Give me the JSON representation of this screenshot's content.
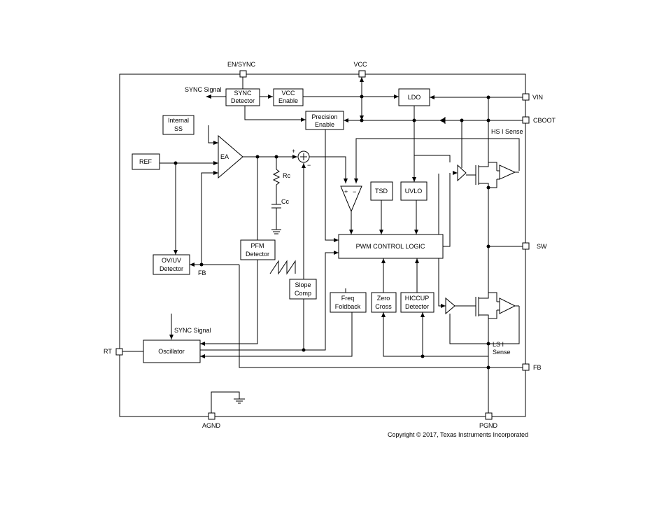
{
  "pins": {
    "en_sync": "EN/SYNC",
    "vcc": "VCC",
    "vin": "VIN",
    "cboot": "CBOOT",
    "sw": "SW",
    "fb_right": "FB",
    "rt": "RT",
    "agnd": "AGND",
    "pgnd": "PGND"
  },
  "blocks": {
    "sync_detector": [
      "SYNC",
      "Detector"
    ],
    "vcc_enable": [
      "VCC",
      "Enable"
    ],
    "ldo": "LDO",
    "internal_ss": [
      "Internal",
      "SS"
    ],
    "precision_enable": [
      "Precision",
      "Enable"
    ],
    "ref": "REF",
    "ea": "EA",
    "tsd": "TSD",
    "uvlo": "UVLO",
    "pwm_logic": "PWM CONTROL LOGIC",
    "pfm_detector": [
      "PFM",
      "Detector"
    ],
    "ovuv_detector": [
      "OV/UV",
      "Detector"
    ],
    "slope_comp": [
      "Slope",
      "Comp"
    ],
    "freq_foldback": [
      "Freq",
      "Foldback"
    ],
    "zero_cross": [
      "Zero",
      "Cross"
    ],
    "hiccup_detector": [
      "HICCUP",
      "Detector"
    ],
    "oscillator": "Oscillator"
  },
  "labels": {
    "sync_signal_top": "SYNC Signal",
    "sync_signal_osc": "SYNC Signal",
    "rc": "Rc",
    "cc": "Cc",
    "fb_inner": "FB",
    "hs_sense": "HS I Sense",
    "ls_sense_1": "LS I",
    "ls_sense_2": "Sense",
    "comp_plus": "+",
    "comp_minus": "−",
    "sum_plus": "+",
    "sum_minus": "−"
  },
  "copyright": "Copyright © 2017, Texas Instruments Incorporated"
}
